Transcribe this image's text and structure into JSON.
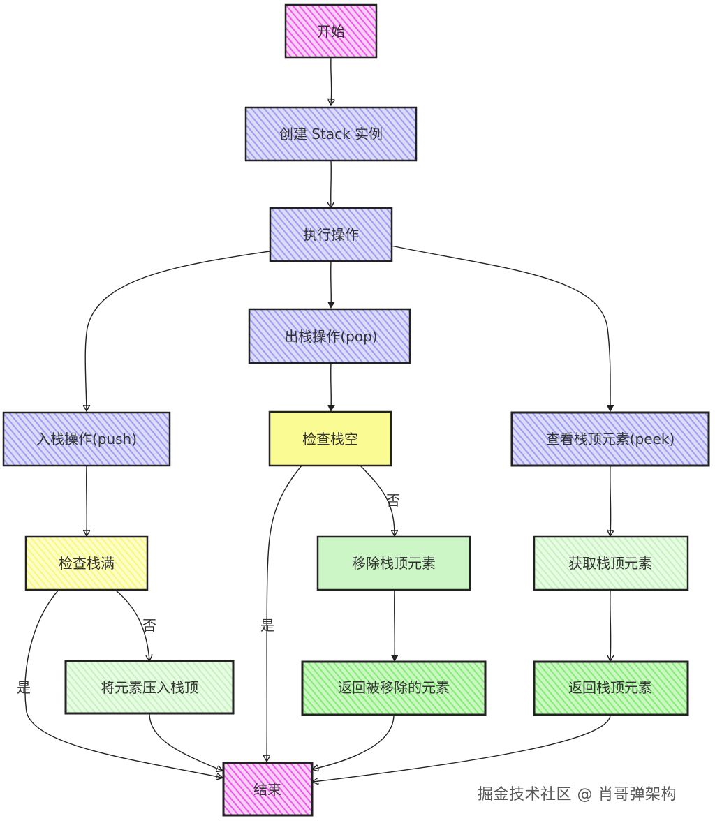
{
  "colors": {
    "pink": "#f36ff0",
    "purple": "#a9a9f5",
    "yellow": "#fbfb94",
    "light_green": "#cdf6c6",
    "green": "#97ee8a",
    "stroke": "#222222"
  },
  "nodes": {
    "start": "开始",
    "create_stack": "创建 Stack 实例",
    "execute": "执行操作",
    "pop": "出栈操作(pop)",
    "push": "入栈操作(push)",
    "check_empty": "检查栈空",
    "peek": "查看栈顶元素(peek)",
    "check_full": "检查栈满",
    "remove_top": "移除栈顶元素",
    "get_top": "获取栈顶元素",
    "push_top": "将元素压入栈顶",
    "return_removed": "返回被移除的元素",
    "return_top": "返回栈顶元素",
    "end": "结束"
  },
  "edge_labels": {
    "empty_no": "否",
    "empty_yes": "是",
    "full_no": "否",
    "full_yes": "是"
  },
  "watermark": "掘金技术社区 @ 肖哥弹架构"
}
